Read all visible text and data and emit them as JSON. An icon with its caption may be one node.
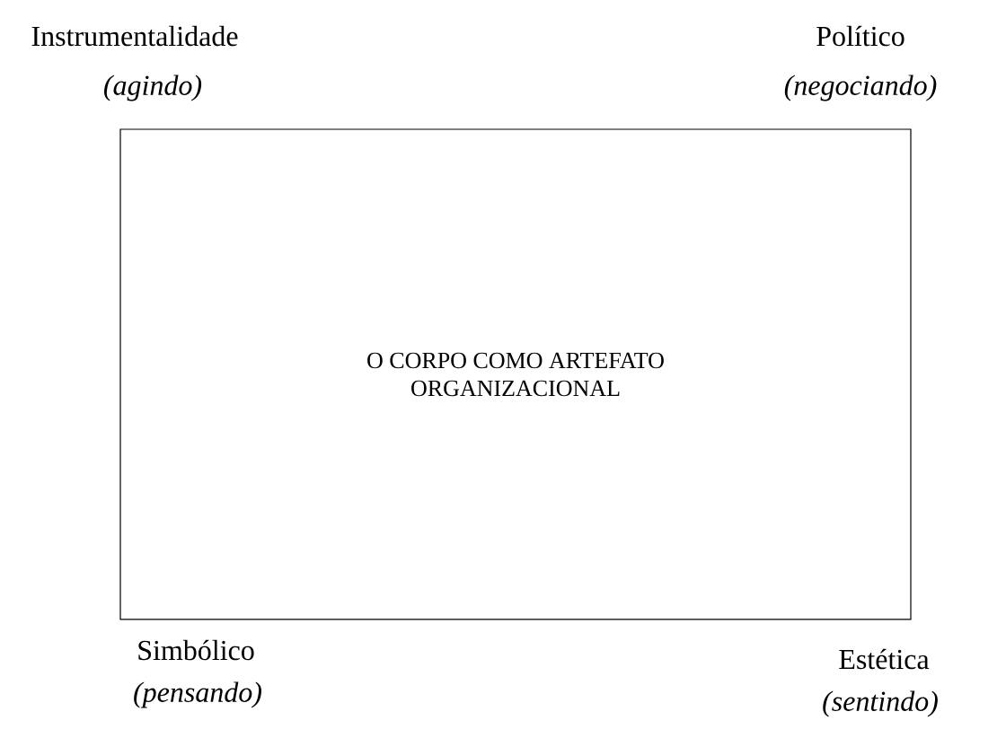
{
  "diagram": {
    "nodes": [
      {
        "text": [
          "O CORPO COMO ARTEFATO ORGANIZACIONAL"
        ]
      }
    ],
    "labels": [
      "Instrumentalidade",
      "Político",
      "(agindo)",
      "(negociando)",
      "Simbólico",
      "Estética",
      "(pensando)",
      "(sentindo)"
    ]
  }
}
